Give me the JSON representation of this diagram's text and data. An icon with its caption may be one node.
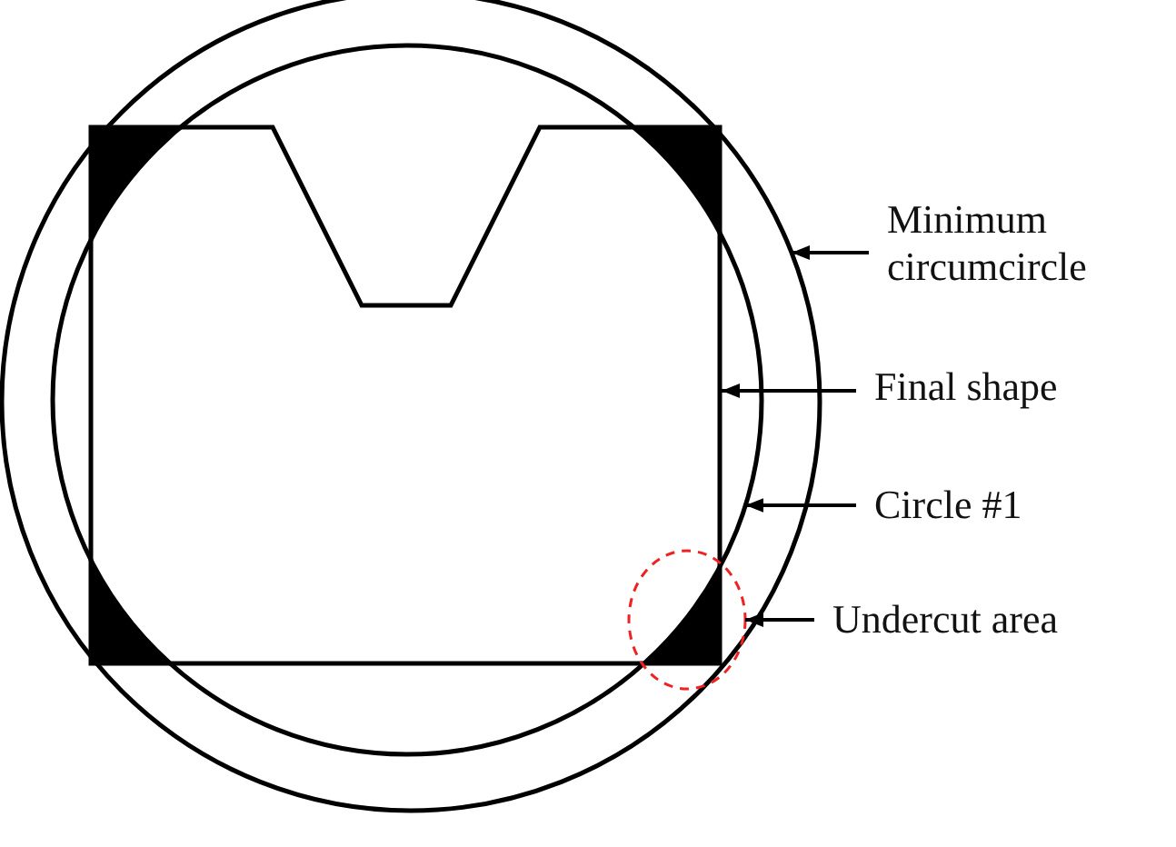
{
  "diagram": {
    "nodes": [
      {
        "text": [
          "Minimum circumcircle"
        ]
      },
      {
        "text": [
          "Final shape"
        ]
      },
      {
        "text": [
          "Circle #1"
        ]
      },
      {
        "text": [
          "Undercut area"
        ]
      },
      {
        "text": [],
        "shape": "circle"
      },
      {
        "text": [],
        "shape": "circle",
        "in": 4
      },
      {
        "text": [],
        "shape": "box",
        "in": 5
      },
      {
        "text": [],
        "shape": "circle",
        "in": 4
      }
    ],
    "edges": [
      {
        "from": 0,
        "to": 4,
        "arrow": "to"
      },
      {
        "from": 1,
        "to": 6,
        "arrow": "to"
      },
      {
        "from": 2,
        "to": 5,
        "arrow": "to"
      },
      {
        "from": 3,
        "to": 7,
        "arrow": "to"
      }
    ]
  }
}
